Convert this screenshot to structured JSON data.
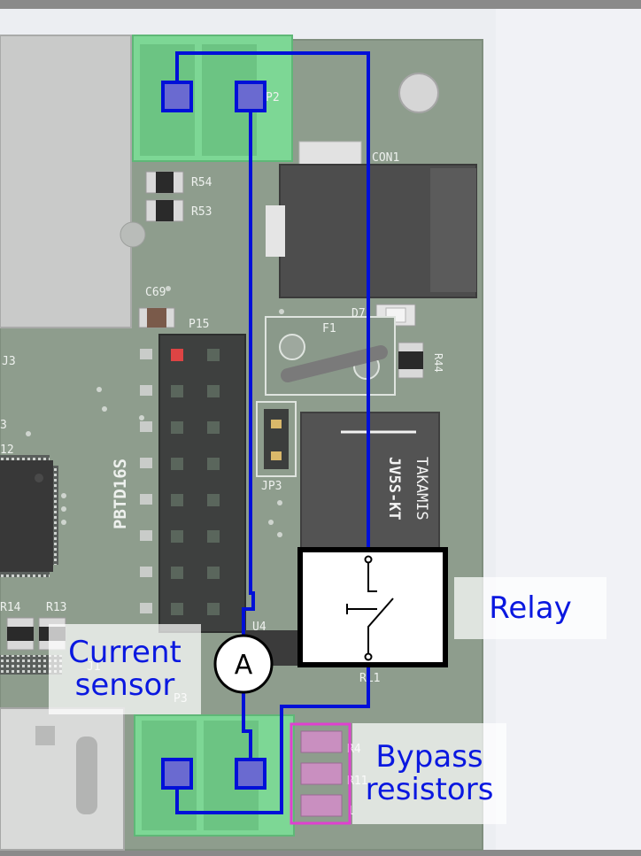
{
  "silkscreen": {
    "p2": "P2",
    "con1": "CON1",
    "r54": "R54",
    "r53": "R53",
    "c69": "C69",
    "p15": "P15",
    "d7": "D7",
    "f1": "F1",
    "r44": "R44",
    "j3": "J3",
    "board_name": "PBTD16S",
    "jp3": "JP3",
    "relay_brand": "TAKAMIS",
    "relay_model": "JV5S-KT",
    "r14": "R14",
    "r13": "R13",
    "u4": "U4",
    "j1": "J1",
    "p3": "P3",
    "rl1": "RL1",
    "r11": "R11",
    "r4_partial": "R4",
    "r12_partial": "12",
    "r3_partial": "3",
    "r1_partial": "1"
  },
  "callouts": {
    "relay": "Relay",
    "current_sensor_line1": "Current",
    "current_sensor_line2": "sensor",
    "bypass_line1": "Bypass",
    "bypass_line2": "resistors"
  },
  "symbols": {
    "ammeter": "A"
  },
  "colors": {
    "pcb": "#8e9d8d",
    "trace": "#0010d8",
    "connector": "#7dd795",
    "highlight": "#e040d0",
    "callout_text": "#0a18e0"
  }
}
